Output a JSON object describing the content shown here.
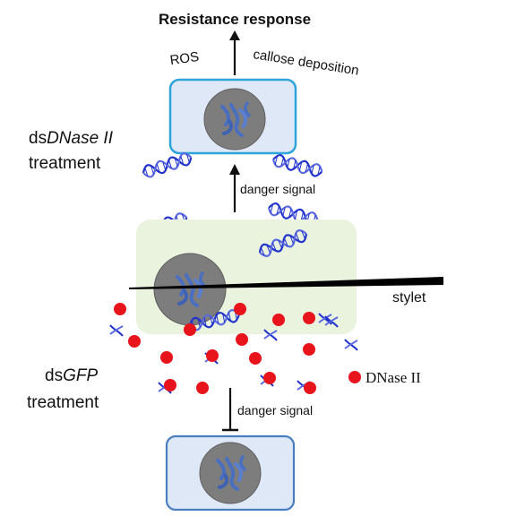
{
  "labels": {
    "title": "Resistance response",
    "ros": "ROS",
    "callose": "callose deposition",
    "ds_prefix_top": "ds",
    "ds_gene_top": "DNase II",
    "treatment_top": "treatment",
    "danger_signal_top": "danger signal",
    "stylet": "stylet",
    "ds_prefix_bottom": "ds",
    "ds_gene_bottom": "GFP",
    "treatment_bottom": "treatment",
    "danger_signal_bottom": "danger signal",
    "legend_dnase": "DNase II"
  },
  "colors": {
    "cell_border": "#2ea3dc",
    "cell_border_bottom": "#4a7fbf",
    "cell_fill": "#dfe8f6",
    "nucleus": "#7d7d7d",
    "chromosome": "#4a6fc0",
    "plant_cell": "#e9f3dd",
    "dna": "#2233cc",
    "dnase_dot": "#e8141c",
    "stylet": "#000000"
  }
}
